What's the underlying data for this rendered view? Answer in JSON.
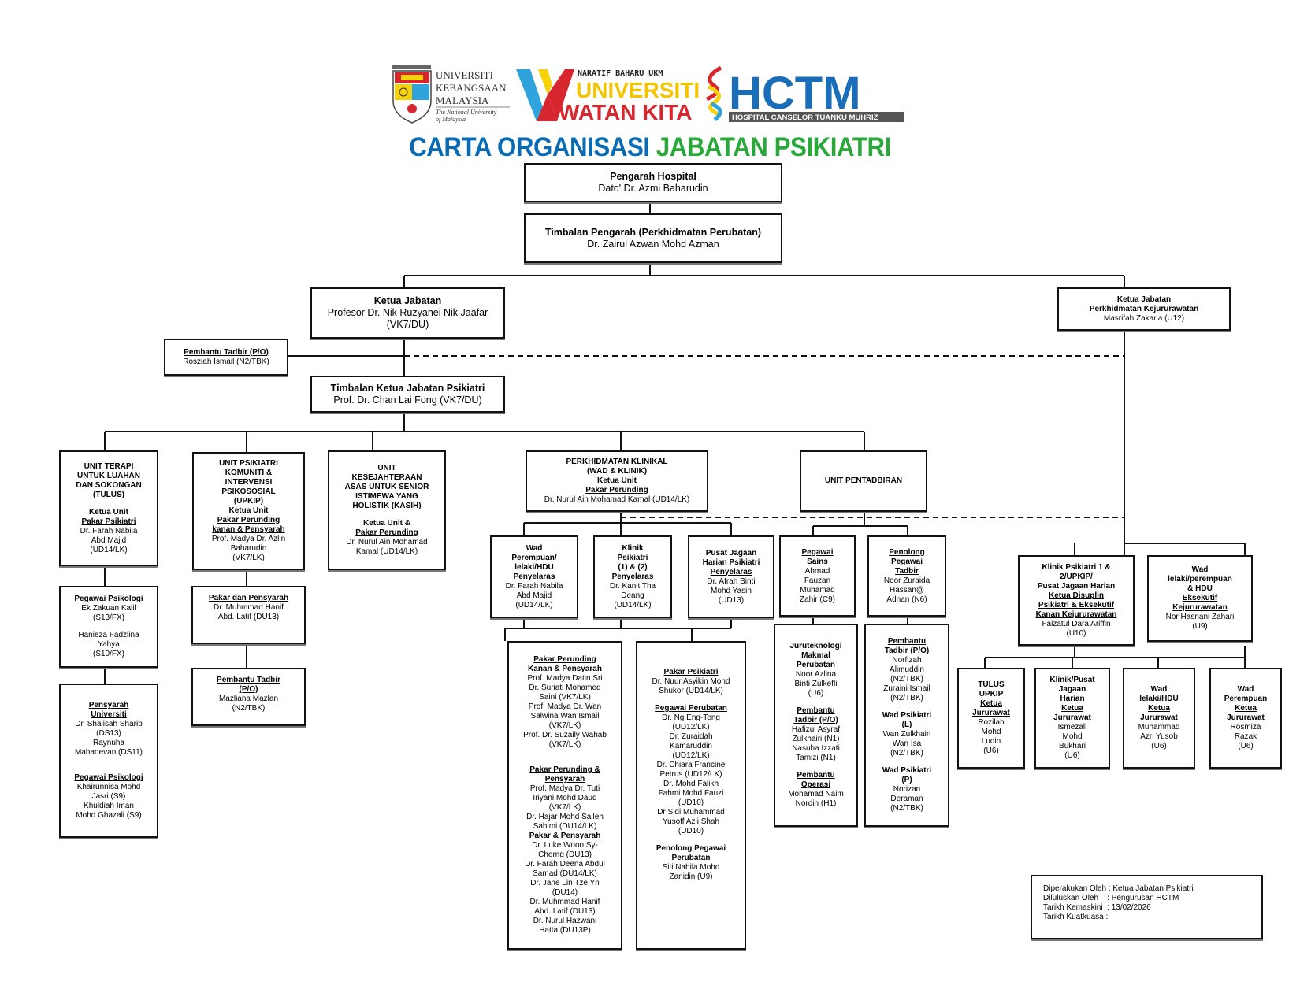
{
  "logos": {
    "ukm": {
      "line1": "UNIVERSITI",
      "line2": "KEBANGSAAN",
      "line3": "MALAYSIA",
      "tagline1": "The National University",
      "tagline2": "of Malaysia"
    },
    "uwk": {
      "top": "NARATIF BAHARU UKM",
      "mid": "UNIVERSITI",
      "bot": "WATAN KITA"
    },
    "hctm": {
      "name": "HCTM",
      "sub": "HOSPITAL CANSELOR TUANKU MUHRIZ"
    }
  },
  "title": {
    "part1": "CARTA ORGANISASI",
    "part2": "JABATAN PSIKIATRI"
  },
  "colors": {
    "blue": "#0a6bb5",
    "green": "#2aa83a",
    "red": "#d8262e",
    "yellow": "#f5d20a",
    "lightblue": "#2ea3dc"
  },
  "nodes": {
    "pengarah": {
      "role": "Pengarah Hospital",
      "name": "Dato' Dr. Azmi Baharudin"
    },
    "timbalan_pengarah": {
      "role": "Timbalan Pengarah (Perkhidmatan Perubatan)",
      "name": "Dr. Zairul Azwan Mohd Azman"
    },
    "ketua_jabatan": {
      "role": "Ketua Jabatan",
      "name": "Profesor Dr. Nik Ruzyanei Nik Jaafar",
      "grade": "(VK7/DU)"
    },
    "ketua_kejururawatan": {
      "role1": "Ketua Jabatan",
      "role2": "Perkhidmatan Kejururawatan",
      "name": "Masrifah Zakaria (U12)"
    },
    "pembantu_tadbir": {
      "role": "Pembantu Tadbir (P/O)",
      "name": "Rosziah Ismail (N2/TBK)"
    },
    "timbalan_ketua": {
      "role": "Timbalan Ketua Jabatan Psikiatri",
      "name": "Prof. Dr. Chan Lai Fong (VK7/DU)"
    },
    "tulus": {
      "l1": "UNIT TERAPI",
      "l2": "UNTUK LUAHAN",
      "l3": "DAN SOKONGAN",
      "l4": "(TULUS)",
      "r1": "Ketua Unit",
      "r2": "Pakar Psikiatri",
      "n1": "Dr. Farah Nabila",
      "n2": "Abd Majid",
      "n3": "(UD14/LK)"
    },
    "tulus_psikologi": {
      "role": "Pegawai Psikologi",
      "p1a": "Ek Zakuan Kalil",
      "p1b": "(S13/FX)",
      "p2a": "Hanieza Fadzlina",
      "p2b": "Yahya",
      "p2c": "(S10/FX)"
    },
    "tulus_pensyarah": {
      "role1": "Pensyarah",
      "role2": "Universiti",
      "a1": "Dr. Shalisah Sharip",
      "a2": "(DS13)",
      "a3": "Raynuha",
      "a4": "Mahadevan (DS11)",
      "role3": "Pegawai Psikologi",
      "b1": "Khairunnisa Mohd",
      "b2": "Jasri (S9)",
      "b3": "Khuldiah Iman",
      "b4": "Mohd Ghazali (S9)"
    },
    "upkip": {
      "l1": "UNIT PSIKIATRI",
      "l2": "KOMUNITI &",
      "l3": "INTERVENSI",
      "l4": "PSIKOSOSIAL",
      "l5": "(UPKIP)",
      "r1": "Ketua Unit",
      "r2": "Pakar Perunding",
      "r3": "kanan & Pensyarah",
      "n1": "Prof. Madya Dr. Azlin",
      "n2": "Baharudin",
      "n3": "(VK7/LK)"
    },
    "upkip_pakar": {
      "role": "Pakar dan Pensyarah",
      "n1": "Dr. Muhmmad Hanif",
      "n2": "Abd. Latif (DU13)"
    },
    "upkip_pt": {
      "role1": "Pembantu Tadbir",
      "role2": "(P/O)",
      "n1": "Mazliana Mazlan",
      "n2": "(N2/TBK)"
    },
    "kasih": {
      "l1": "UNIT",
      "l2": "KESEJAHTERAAN",
      "l3": "ASAS UNTUK SENIOR",
      "l4": "ISTIMEWA YANG",
      "l5": "HOLISTIK (KASIH)",
      "r1": "Ketua Unit &",
      "r2": "Pakar Perunding",
      "n1": "Dr. Nurul Ain Mohamad",
      "n2": "Kamal (UD14/LK)"
    },
    "klinikal": {
      "l1": "PERKHIDMATAN KLINIKAL",
      "l2": "(WAD & KLINIK)",
      "r1": "Ketua Unit",
      "r2": "Pakar Perunding",
      "n1": "Dr. Nurul Ain Mohamad Kamal (UD14/LK)"
    },
    "pentadbiran": {
      "l1": "UNIT PENTADBIRAN"
    },
    "wad": {
      "l1": "Wad",
      "l2": "Perempuan/",
      "l3": "lelaki/HDU",
      "r1": "Penyelaras",
      "n1": "Dr. Farah Nabila",
      "n2": "Abd Majid",
      "n3": "(UD14/LK)"
    },
    "klinik": {
      "l1": "Klinik",
      "l2": "Psikiatri",
      "l3": "(1) & (2)",
      "r1": "Penyelaras",
      "n1": "Dr. Kanit Tha",
      "n2": "Deang",
      "n3": "(UD14/LK)"
    },
    "pusat": {
      "l1": "Pusat Jagaan",
      "l2": "Harian Psikiatri",
      "r1": "Penyelaras",
      "n1": "Dr. Afrah Binti",
      "n2": "Mohd Yasin",
      "n3": "(UD13)"
    },
    "pegawai_sains": {
      "r1": "Pegawai",
      "r2": "Sains",
      "n1": "Ahmad",
      "n2": "Fauzan",
      "n3": "Muhamad",
      "n4": "Zahir (C9)"
    },
    "penolong_tadbir": {
      "r1": "Penolong",
      "r2": "Pegawai",
      "r3": "Tadbir",
      "n1": "Noor Zuraida",
      "n2": "Hassan@",
      "n3": "Adnan (N6)"
    },
    "pakar_kanan": {
      "h1a": "Pakar Perunding",
      "h1b": "Kanan & Pensyarah",
      "a": [
        "Prof. Madya Datin Sri",
        "Dr. Suriati Mohamed",
        "Saini (VK7/LK)",
        "Prof. Madya Dr. Wan",
        "Salwina Wan Ismail",
        "(VK7/LK)",
        "Prof. Dr. Suzaily Wahab",
        "(VK7/LK)"
      ],
      "h2a": "Pakar Perunding &",
      "h2b": "Pensyarah",
      "b": [
        "Prof. Madya Dr. Tuti",
        "Iriyani Mohd Daud",
        "(VK7/LK)",
        "Dr. Hajar Mohd Salleh",
        "Sahimi (DU14/LK)"
      ],
      "h3": "Pakar & Pensyarah",
      "c": [
        "Dr. Luke Woon Sy-",
        "Cherng (DU13)",
        "Dr. Farah Deena Abdul",
        "Samad (DU14/LK)",
        "Dr. Jane Lin Tze Yn",
        "(DU14)",
        "Dr. Muhmmad Hanif",
        "Abd. Latif (DU13)",
        "Dr. Nurul Hazwani",
        "Hatta (DU13P)"
      ]
    },
    "pakar_psikiatri": {
      "h1": "Pakar Psikiatri",
      "a": [
        "Dr. Nuur Asyikin Mohd",
        "Shukor (UD14/LK)"
      ],
      "h2": "Pegawai Perubatan",
      "b": [
        "Dr. Ng Eng-Teng",
        "(UD12/LK)",
        "Dr. Zuraidah",
        "Kamaruddin",
        "(UD12/LK)",
        "Dr. Chiara Francine",
        "Petrus (UD12/LK)",
        "Dr. Mohd Falikh",
        "Fahmi Mohd Fauzi",
        "(UD10)",
        "Dr Sidi Muhammad",
        "Yusoff Azli Shah",
        "(UD10)"
      ],
      "h3a": "Penolong Pegawai",
      "h3b": "Perubatan",
      "c": [
        "Siti Nabila Mohd",
        "Zanidin (U9)"
      ]
    },
    "juruteknologi": {
      "h1": [
        "Juruteknologi",
        "Makmal",
        "Perubatan"
      ],
      "a": [
        "Noor Azlina",
        "Binti Zulkefli",
        "(U6)"
      ],
      "h2": [
        "Pembantu",
        "Tadbir (P/O)"
      ],
      "b": [
        "Hafizul Asyraf",
        "Zulkhairi (N1)",
        "Nasuha Izzati",
        "Tamizi (N1)"
      ],
      "h3": [
        "Pembantu",
        "Operasi"
      ],
      "c": [
        "Mohamad Naim",
        "Nordin (H1)"
      ]
    },
    "pembantu_tadbir2": {
      "h1": [
        "Pembantu",
        "Tadbir (P/O)"
      ],
      "a": [
        "Norfizah",
        "Alimuddin",
        "(N2/TBK)",
        "Zuraini Ismail",
        "(N2/TBK)"
      ],
      "h2": [
        "Wad Psikiatri",
        "(L)"
      ],
      "b": [
        "Wan Zulkhairi",
        "Wan Isa",
        "(N2/TBK)"
      ],
      "h3": [
        "Wad Psikiatri",
        "(P)"
      ],
      "c": [
        "Norizan",
        "Deraman",
        "(N2/TBK)"
      ]
    },
    "klinik_nurse": {
      "l1": "Klinik Psikiatri 1 &",
      "l2": "2/UPKIP/",
      "l3": "Pusat Jagaan Harian",
      "r1": "Ketua Disuplin",
      "r2": "Psikiatri & Eksekutif",
      "r3": "Kanan Kejururawatan",
      "n1": "Faizatul Dara Ariffin",
      "n2": "(U10)"
    },
    "wad_nurse": {
      "l1": "Wad",
      "l2": "lelaki/perempuan",
      "l3": "& HDU",
      "r1": "Eksekutif",
      "r2": "Kejururawatan",
      "n1": "Nor Hasnani Zahari",
      "n2": "(U9)"
    },
    "tulus_nurse": {
      "l1": "TULUS",
      "l2": "UPKIP",
      "r1": "Ketua",
      "r2": "Jururawat",
      "n1": "Rozilah",
      "n2": "Mohd",
      "n3": "Ludin",
      "n4": "(U6)"
    },
    "pusat_nurse": {
      "l1": "Klinik/Pusat",
      "l2": "Jagaan",
      "l3": "Harian",
      "r1": "Ketua",
      "r2": "Jururawat",
      "n1": "Ismezall",
      "n2": "Mohd",
      "n3": "Bukhari",
      "n4": "(U6)"
    },
    "wadl_nurse": {
      "l1": "Wad",
      "l2": "lelaki/HDU",
      "r1": "Ketua",
      "r2": "Jururawat",
      "n1": "Muhammad",
      "n2": "Azri Yusob",
      "n3": "(U6)"
    },
    "wadp_nurse": {
      "l1": "Wad",
      "l2": "Perempuan",
      "r1": "Ketua",
      "r2": "Jururawat",
      "n1": "Rosmiza",
      "n2": "Razak",
      "n3": "(U6)"
    }
  },
  "footer": {
    "r1": "Diperakukan Oleh : Ketua Jabatan Psikiatri",
    "r2": "Diluluskan Oleh    : Pengurusan HCTM",
    "r3": "Tarikh Kemaskini  : 13/02/2026",
    "r4": "Tarikh Kuatkuasa :"
  }
}
